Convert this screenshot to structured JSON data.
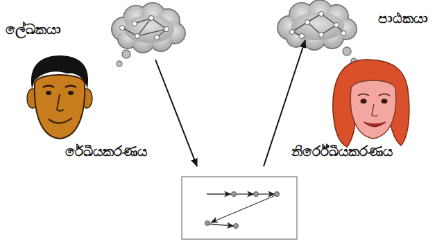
{
  "diagram": {
    "labels": [
      "ලේඛකයා",
      "රේඛීයකරණය",
      "පාඨකයා",
      "නිර්රේඛීයකරණය"
    ]
  }
}
